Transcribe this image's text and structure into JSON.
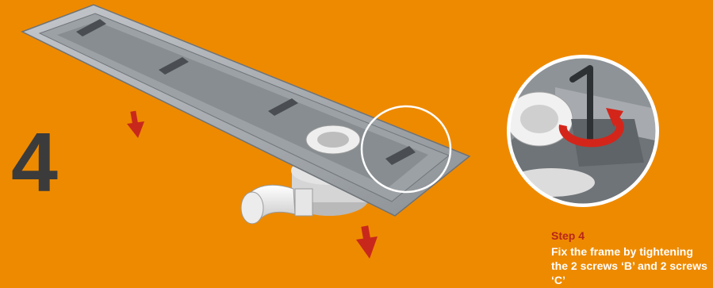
{
  "step": {
    "number": "4",
    "title": "Step 4",
    "instruction": "Fix the frame by tightening the 2 screws ‘B’ and 2 screws ‘C’"
  },
  "colors": {
    "background": "#ee8a00",
    "number": "#3b3b3b",
    "caption_title": "#b8261a",
    "caption_text": "#ffffff",
    "arrow": "#c8281c",
    "frame": "#a9adb1",
    "pipe": "#f2f2f2"
  },
  "icons": [
    "down-arrow-icon",
    "rotation-arrow-icon",
    "hex-key-icon"
  ]
}
